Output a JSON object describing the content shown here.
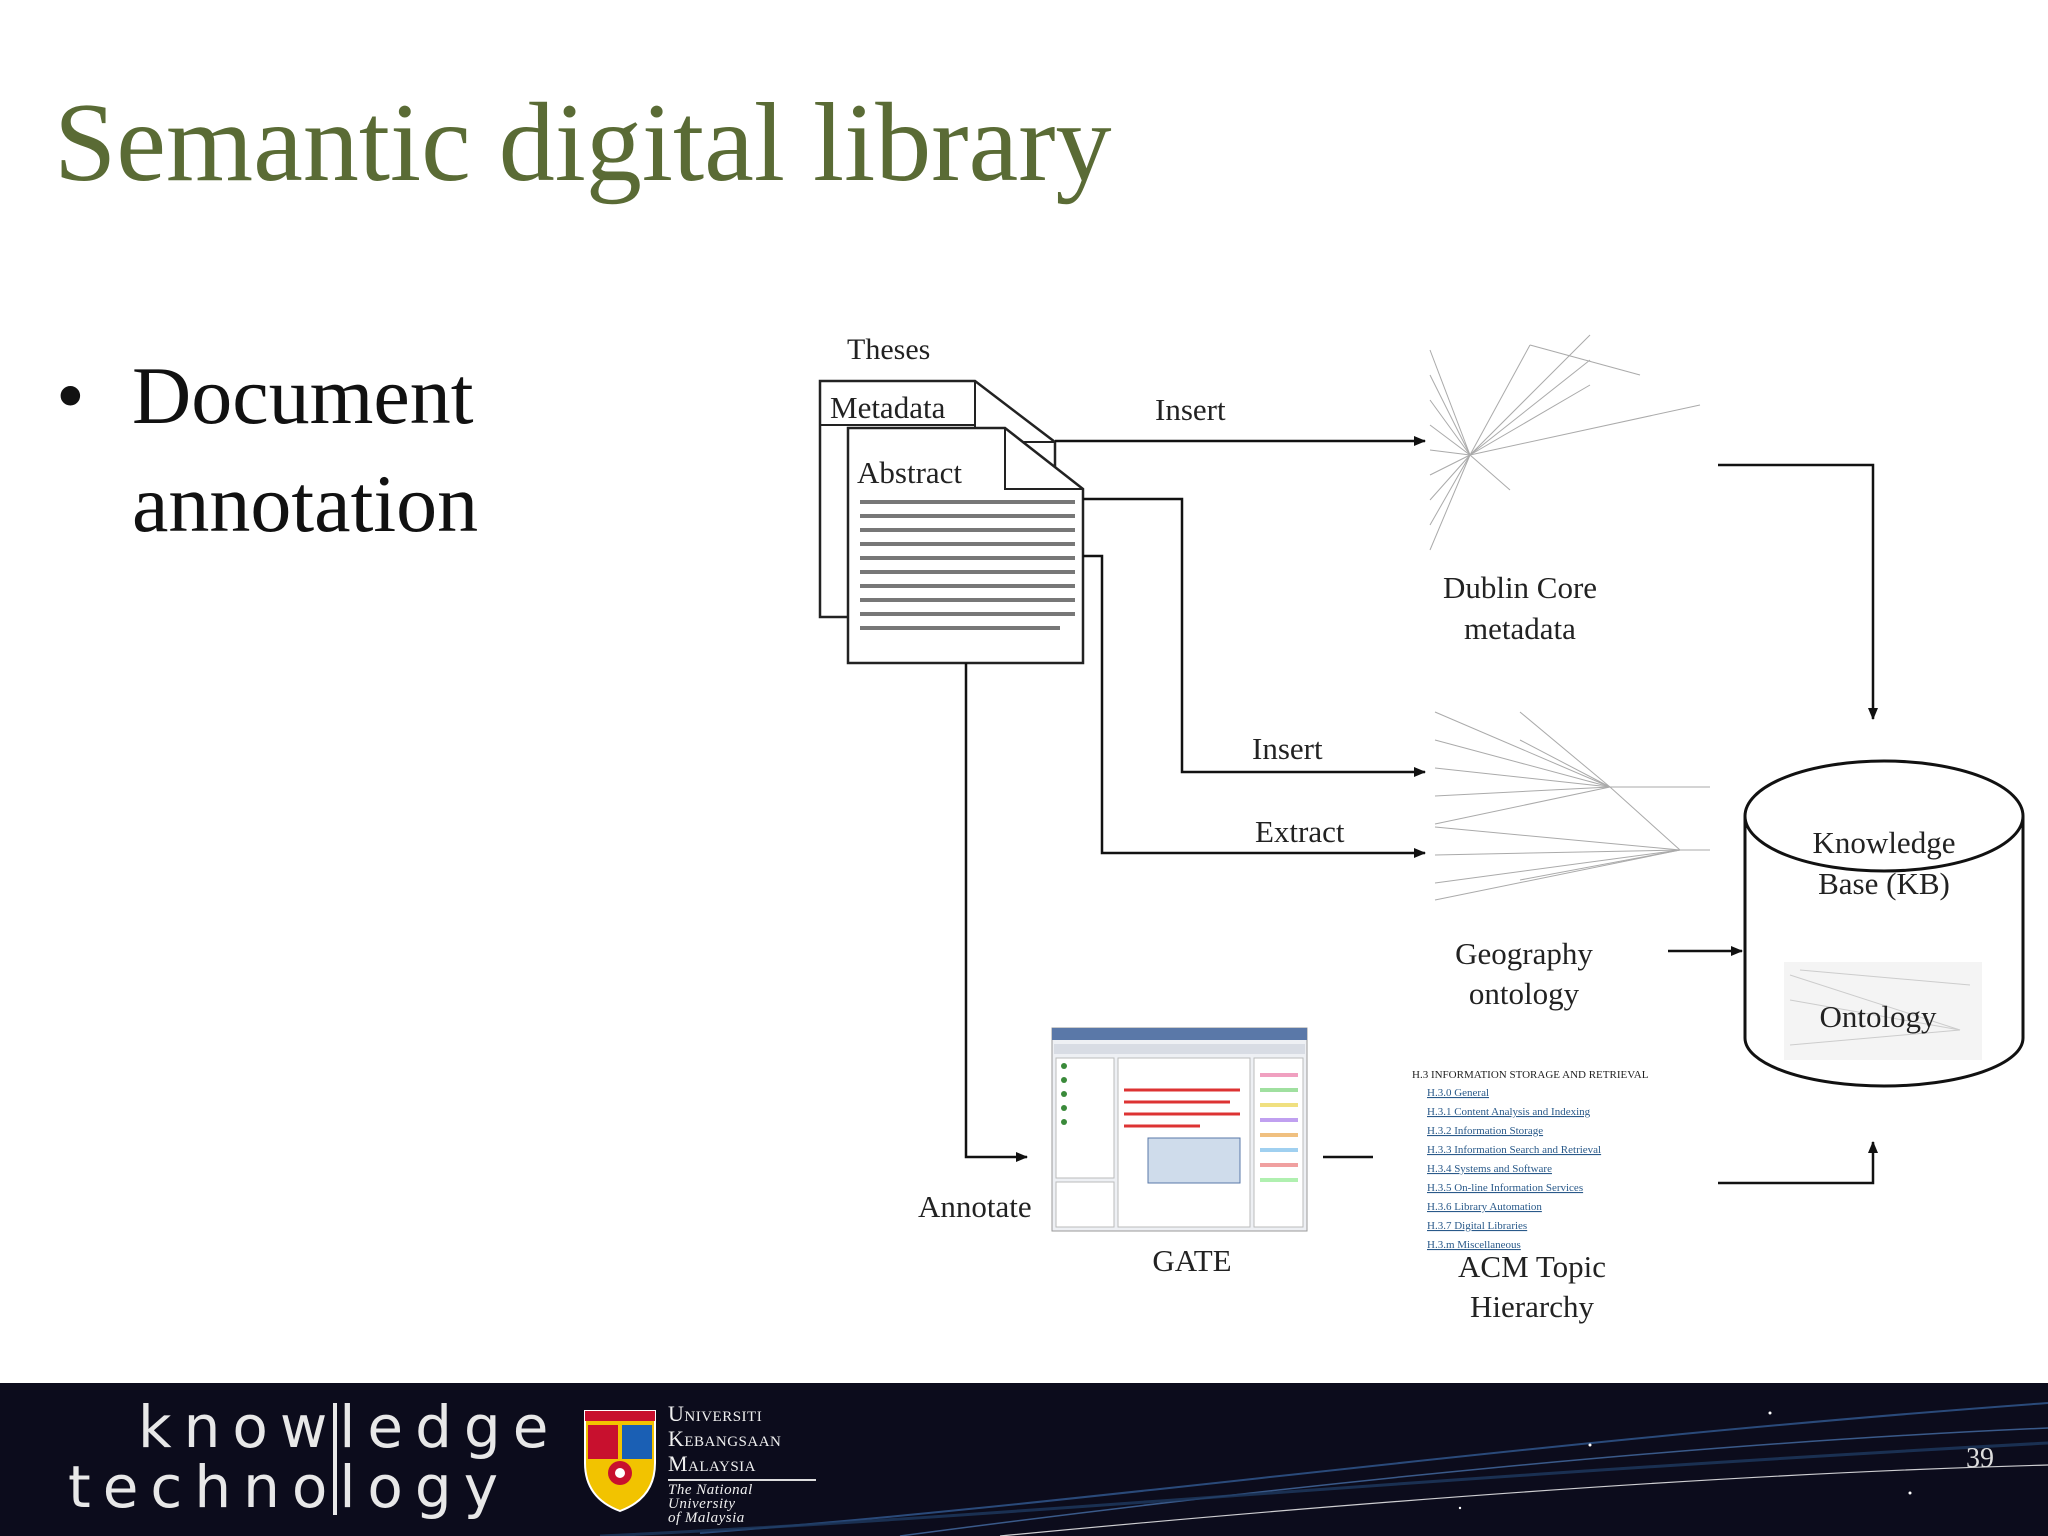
{
  "slide": {
    "title": "Semantic digital library",
    "bullet_line1": "Document",
    "bullet_line2": "annotation",
    "page_number": "39"
  },
  "diagram": {
    "theses_label": "Theses",
    "metadata_label": "Metadata",
    "abstract_label": "Abstract",
    "insert_top": "Insert",
    "insert_mid": "Insert",
    "extract": "Extract",
    "annotate": "Annotate",
    "gate": "GATE",
    "dublin_core_line1": "Dublin Core",
    "dublin_core_line2": "metadata",
    "geography_line1": "Geography",
    "geography_line2": "ontology",
    "acm_line1": "ACM Topic",
    "acm_line2": "Hierarchy",
    "kb_line1": "Knowledge",
    "kb_line2": "Base (KB)",
    "ontology": "Ontology",
    "acm_header": "H.3 INFORMATION STORAGE AND RETRIEVAL",
    "acm_items": [
      "H.3.0 General",
      "H.3.1 Content Analysis and Indexing",
      "H.3.2 Information Storage",
      "H.3.3 Information Search and Retrieval",
      "H.3.4 Systems and Software",
      "H.3.5 On-line Information Services",
      "H.3.6 Library Automation",
      "H.3.7 Digital Libraries",
      "H.3.m Miscellaneous"
    ]
  },
  "footer": {
    "kt_line1": "knowledge",
    "kt_line2": "technology",
    "ukm_line1": "Universiti",
    "ukm_line2": "Kebangsaan",
    "ukm_line3": "Malaysia",
    "ukm_tagline1": "The National University",
    "ukm_tagline2": "of Malaysia"
  },
  "colors": {
    "title": "#5a6b35",
    "footer_bg": "#0c0c1c",
    "acm_link": "#2a5a8a"
  }
}
